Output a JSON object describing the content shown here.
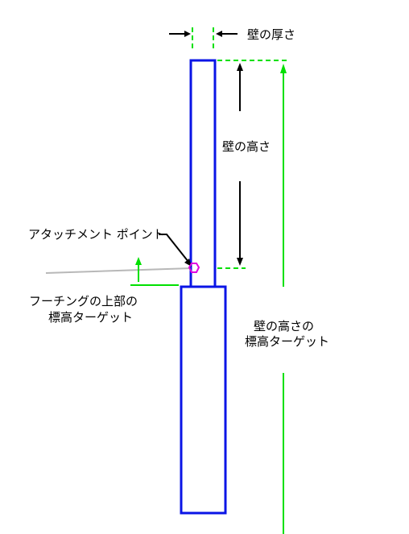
{
  "labels": {
    "wall_thickness": "壁の厚さ",
    "wall_height": "壁の高さ",
    "attachment_point": "アタッチメント ポイント",
    "footing_top_line1": "フーチングの上部の",
    "footing_top_line2": "標高ターゲット",
    "wall_height_target_line1": "壁の高さの",
    "wall_height_target_line2": "標高ターゲット"
  },
  "colors": {
    "structure": "#0a14e6",
    "dimension": "#00e000",
    "arrow": "#000000",
    "attachment_marker": "#e000e0",
    "reference_line": "#b8b8b8"
  }
}
